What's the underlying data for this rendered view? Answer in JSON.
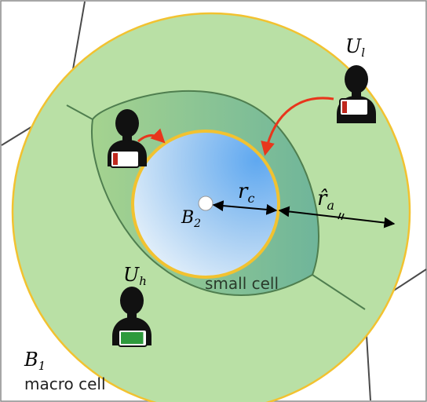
{
  "labels": {
    "macro_bs": "B",
    "macro_bs_sub": "1",
    "macro_cell": "macro cell",
    "small_bs": "B",
    "small_bs_sub": "2",
    "small_cell": "small cell",
    "radius_c": "r",
    "radius_c_sub": "c",
    "radius_a": "r̂",
    "radius_a_sub": "a",
    "user_high": "U",
    "user_high_sub": "h",
    "user_low": "U",
    "user_low_sub": "l"
  },
  "colors": {
    "macro_fill": "#b9e0a5",
    "cell_border": "#f2c230",
    "range_fill": "#7fbf9a",
    "range_border": "#4f7e4f",
    "small_cell_fill": "#7fb7f0",
    "arrow_red": "#e8361c",
    "battery_low": "#c0281e",
    "battery_high": "#2e9a3c",
    "voronoi": "#4a4a4a"
  },
  "icons": {
    "user": "person-icon",
    "battery_low": "battery-low-icon",
    "battery_full": "battery-full-icon"
  },
  "battery_levels": {
    "user_in_range": 0.2,
    "user_high": 0.95,
    "user_low": 0.2
  }
}
